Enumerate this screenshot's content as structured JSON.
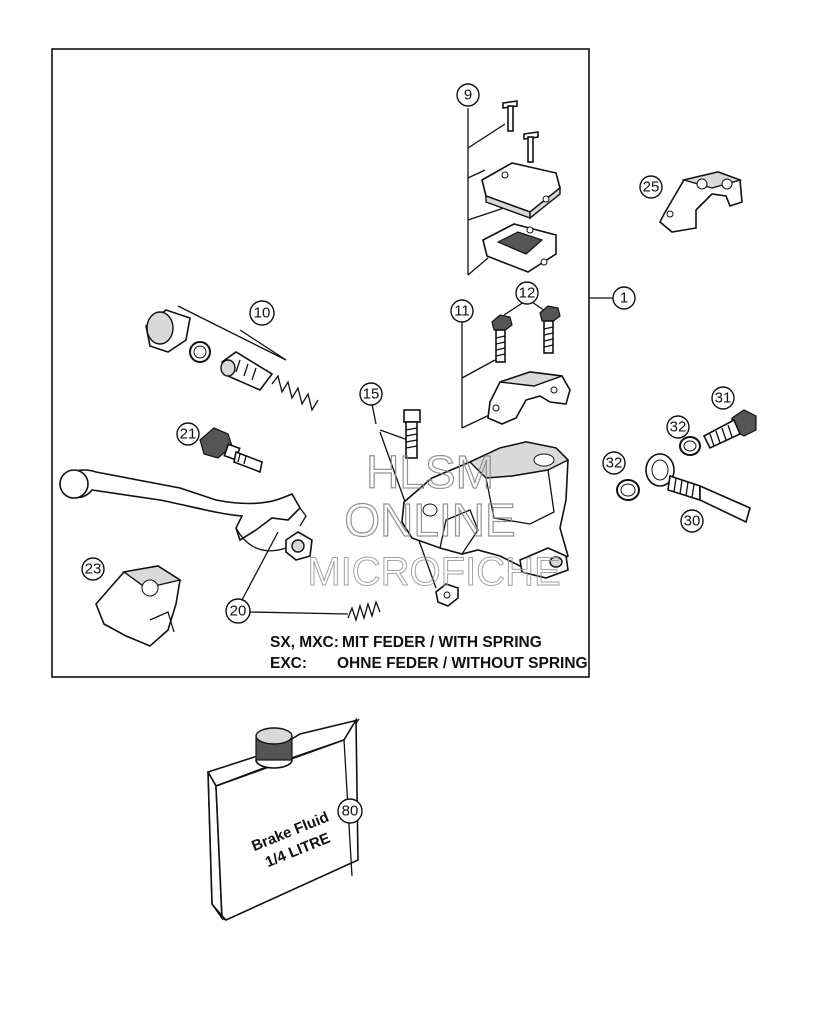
{
  "callouts": [
    {
      "id": "c1",
      "text": "1"
    },
    {
      "id": "c9",
      "text": "9"
    },
    {
      "id": "c10",
      "text": "10"
    },
    {
      "id": "c11",
      "text": "11"
    },
    {
      "id": "c12",
      "text": "12"
    },
    {
      "id": "c15",
      "text": "15"
    },
    {
      "id": "c20",
      "text": "20"
    },
    {
      "id": "c21",
      "text": "21"
    },
    {
      "id": "c23",
      "text": "23"
    },
    {
      "id": "c25",
      "text": "25"
    },
    {
      "id": "c30",
      "text": "30"
    },
    {
      "id": "c31",
      "text": "31"
    },
    {
      "id": "c32a",
      "text": "32"
    },
    {
      "id": "c32b",
      "text": "32"
    },
    {
      "id": "c80",
      "text": "80"
    }
  ],
  "notes": {
    "line1_models": "SX, MXC:",
    "line1_text": "MIT FEDER / WITH SPRING",
    "line2_models": "EXC:",
    "line2_text": "OHNE FEDER / WITHOUT SPRING"
  },
  "watermark": {
    "line1": "HLSM",
    "line2": "ONLINE",
    "line3": "MICROFICHE"
  },
  "fluid_can": {
    "line1": "Brake Fluid",
    "line2": "1/4 LITRE"
  }
}
